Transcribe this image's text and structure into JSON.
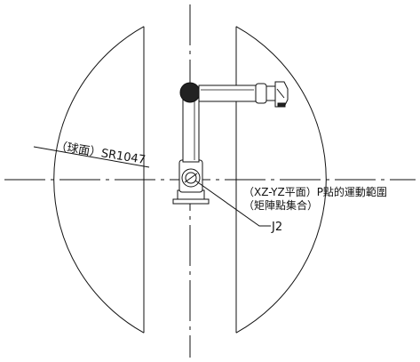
{
  "labels": {
    "sphere_radius": "（球面）SR1047",
    "plane_note_line1": "（XZ-YZ平面）P點的運動範圍",
    "plane_note_line2": "（矩陣點集合）",
    "joint": "J2"
  },
  "colors": {
    "stroke": "#111111",
    "arm_fill": "#ffffff",
    "joint_fill": "#222222"
  }
}
